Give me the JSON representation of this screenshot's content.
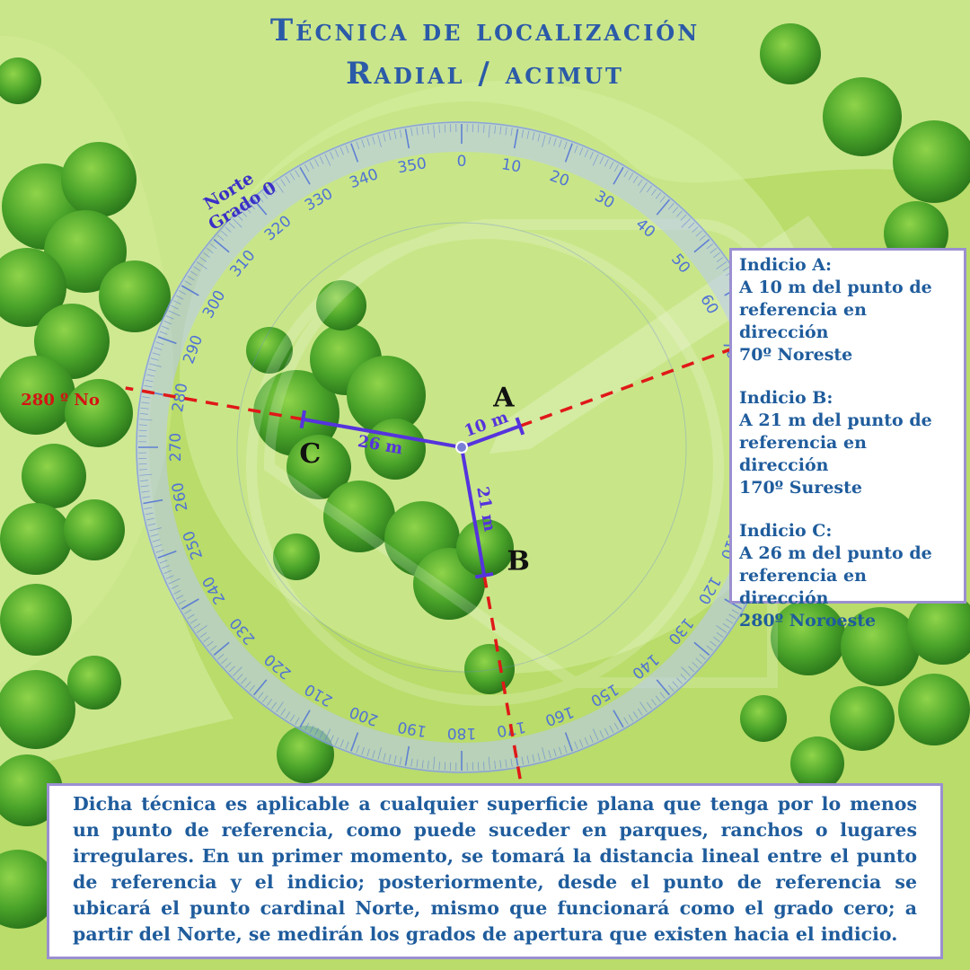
{
  "title": {
    "line1": "Técnica de localización",
    "line2": "Radial / acimut"
  },
  "north_label": {
    "line1": "Norte",
    "line2": "Grado 0"
  },
  "ticks": {
    "start": 0,
    "end": 350,
    "step": 10
  },
  "rays": [
    {
      "id": "A",
      "azimuth_deg": 70,
      "distance_m": 10,
      "distance_label": "10 m",
      "direction_label": "70 º Ne"
    },
    {
      "id": "B",
      "azimuth_deg": 170,
      "distance_m": 21,
      "distance_label": "21 m",
      "direction_label": "170 º Se"
    },
    {
      "id": "C",
      "azimuth_deg": 280,
      "distance_m": 26,
      "distance_label": "26 m",
      "direction_label": "280 º No"
    }
  ],
  "indicios": [
    {
      "heading": "Indicio A:",
      "lines": [
        "A 10 m del punto de",
        "referencia en dirección",
        "70º Noreste"
      ]
    },
    {
      "heading": "Indicio B:",
      "lines": [
        "A 21 m del punto de",
        "referencia en dirección",
        "170º Sureste"
      ]
    },
    {
      "heading": "Indicio C:",
      "lines": [
        "A 26 m del punto de",
        "referencia en dirección",
        "280º Noroeste"
      ]
    }
  ],
  "description": "Dicha técnica es aplicable a cualquier superficie plana que tenga por lo menos un punto de referencia, como puede suceder en parques, ranchos o lugares irregulares. En un primer momento, se tomará la distancia lineal entre el punto de referencia y el indicio; posteriormente, desde el punto de referencia se ubicará el punto cardinal Norte, mismo que funcionará como el grado cero; a partir del Norte, se medirán los grados de apertura que existen hacia el indicio.",
  "colors": {
    "ground": "#b9dc6a",
    "path": "#d9efa6",
    "protractor": "#4f72d6",
    "segment": "#5533dd",
    "ray": "#e01818",
    "text": "#1f5c9c",
    "border": "#9b8fd1"
  },
  "icons": [
    "tree-icon",
    "protractor-icon",
    "pencil-icon"
  ]
}
